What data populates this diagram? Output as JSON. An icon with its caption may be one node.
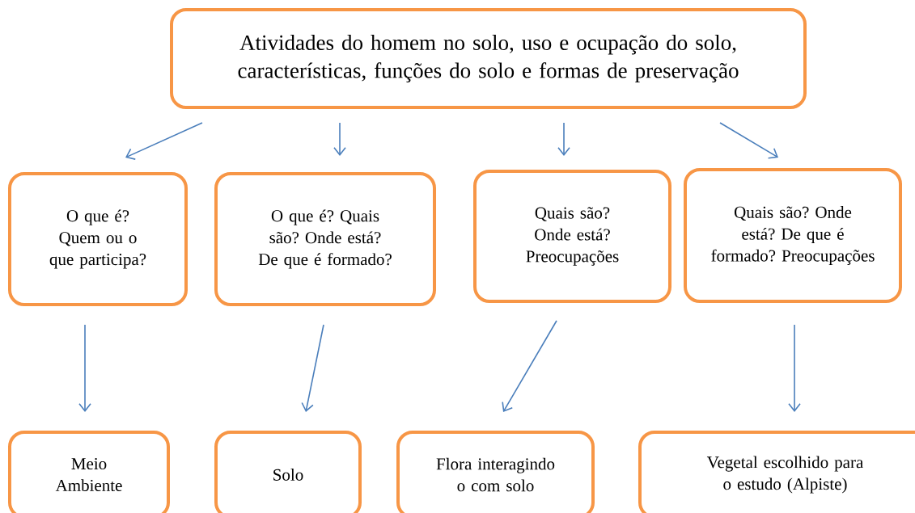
{
  "diagram": {
    "nodes": [
      {
        "text": [
          "Atividades do homem no solo, uso e ocupação do solo, características, funções do solo e formas de preservação"
        ]
      },
      {
        "text": [
          "O que é? Quem ou o que participa?"
        ]
      },
      {
        "text": [
          "O que é? Quais são? Onde está? De que é formado?"
        ]
      },
      {
        "text": [
          "Quais são? Onde está? Preocupações"
        ]
      },
      {
        "text": [
          "Quais são? Onde está? De que é formado? Preocupações"
        ]
      },
      {
        "text": [
          "Meio Ambiente"
        ]
      },
      {
        "text": [
          "Solo"
        ]
      },
      {
        "text": [
          "Flora interagindo o com solo"
        ]
      },
      {
        "text": [
          "Vegetal escolhido para o estudo (Alpiste)"
        ]
      }
    ],
    "edges": [
      {
        "from": 0,
        "to": 1,
        "arrow": "to"
      },
      {
        "from": 0,
        "to": 2,
        "arrow": "to"
      },
      {
        "from": 0,
        "to": 3,
        "arrow": "to"
      },
      {
        "from": 0,
        "to": 4,
        "arrow": "to"
      },
      {
        "from": 1,
        "to": 5,
        "arrow": "to"
      },
      {
        "from": 2,
        "to": 6,
        "arrow": "to"
      },
      {
        "from": 3,
        "to": 7,
        "arrow": "to"
      },
      {
        "from": 4,
        "to": 8,
        "arrow": "to"
      }
    ]
  }
}
